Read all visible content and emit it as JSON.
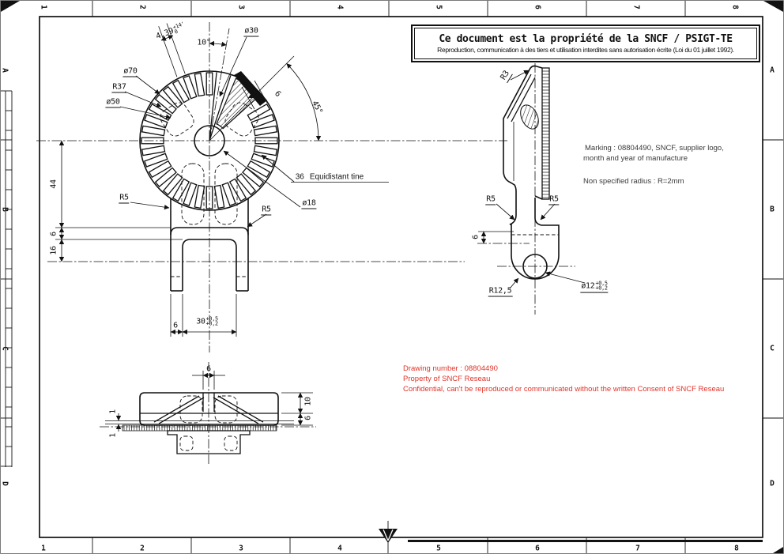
{
  "sheet": {
    "background": "#ffffff",
    "line_color": "#111111",
    "red_color": "#e23328"
  },
  "zones": {
    "top_numbers": [
      "1",
      "2",
      "3",
      "4",
      "5",
      "6",
      "7",
      "8"
    ],
    "bottom_numbers": [
      "1",
      "2",
      "3",
      "4",
      "5",
      "6",
      "7",
      "8"
    ],
    "left_letters": [
      "A",
      "B",
      "C",
      "D"
    ],
    "right_letters": [
      "A",
      "B",
      "C",
      "D"
    ]
  },
  "title_block": {
    "title": "Ce document est la propriété de la SNCF / PSIGT-TE",
    "subtitle": "Reproduction, communication à des tiers et utilisation interdites sans autorisation écrite (Loi du 01 juillet 1992)."
  },
  "notes": {
    "marking_line1": "Marking : 08804490, SNCF, supplier logo,",
    "marking_line2": "month and year of manufacture",
    "radius_note": "Non specified radius : R=2mm"
  },
  "confidential": {
    "line1": "Drawing number : 08804490",
    "line2": "Property of SNCF Reseau",
    "line3": "Confidential, can't be reproduced or communicated without the written Consent of SNCF Reseau"
  },
  "front_view": {
    "dim_439": {
      "value": "4,39",
      "upper": "+14'",
      "lower": "0"
    },
    "dim_10deg": "10°",
    "dim_d30": "ø30",
    "dim_d70": "ø70",
    "dim_r37": "R37",
    "dim_d50": "ø50",
    "dim_45deg": "45°",
    "dim_6_wedge": "6",
    "tine_count": "36",
    "tine_text": "Equidistant tine",
    "dim_d18": "ø18",
    "dim_r5_left": "R5",
    "dim_r5_right": "R5",
    "dim_44": "44",
    "dim_6_left": "6",
    "dim_16": "16",
    "dim_6_bottom": "6",
    "dim_30": {
      "value": "30",
      "upper": "+0,5",
      "lower": "+0,2"
    }
  },
  "side_view": {
    "dim_r3": "R3",
    "dim_6": "6",
    "dim_r5_left": "R5",
    "dim_r5_right": "R5",
    "dim_r125": "R12,5",
    "dim_d12": {
      "value": "ø12",
      "upper": "+0,5",
      "lower": "+0,2"
    }
  },
  "bottom_view": {
    "dim_6_top": "6",
    "dim_10": "10",
    "dim_6_right": "6",
    "dim_1_upper": "1",
    "dim_1_lower": "1"
  }
}
